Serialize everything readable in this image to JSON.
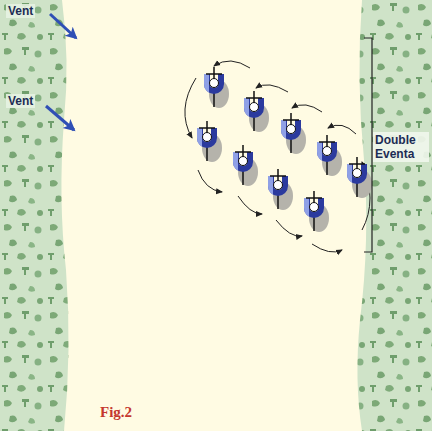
{
  "diagram": {
    "caption": "Fig.2",
    "labels": [
      "Vent",
      "Vent",
      "Double Eventa"
    ]
  }
}
